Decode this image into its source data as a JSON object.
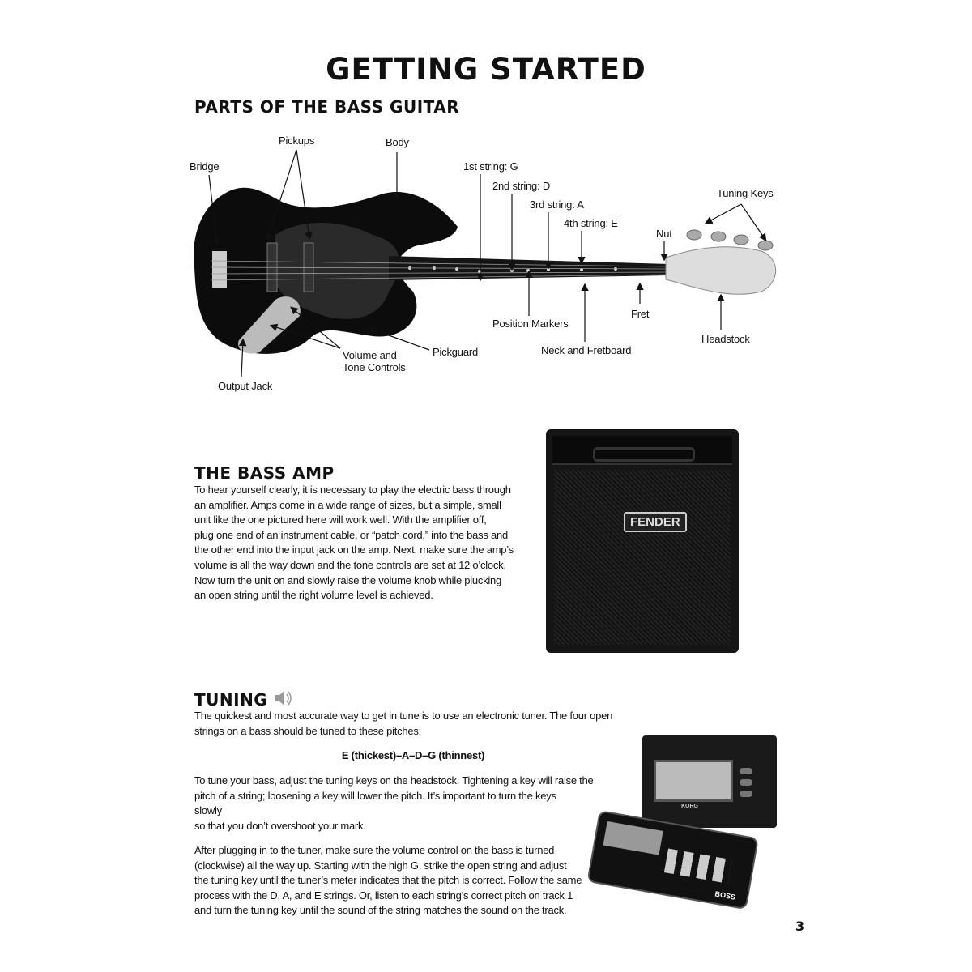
{
  "title": "GETTING STARTED",
  "parts": {
    "heading": "PARTS OF THE BASS GUITAR",
    "labels": {
      "pickups": "Pickups",
      "body": "Body",
      "bridge": "Bridge",
      "string1": "1st string: G",
      "string2": "2nd string: D",
      "string3": "3rd string: A",
      "string4": "4th string: E",
      "tuning_keys": "Tuning Keys",
      "nut": "Nut",
      "fret": "Fret",
      "position_markers": "Position Markers",
      "headstock": "Headstock",
      "neck": "Neck and Fretboard",
      "pickguard": "Pickguard",
      "controls_1": "Volume and",
      "controls_2": "Tone Controls",
      "output_jack": "Output Jack"
    }
  },
  "amp": {
    "heading": "THE BASS AMP",
    "lines": [
      "To hear yourself clearly, it is necessary to play the electric bass through",
      "an amplifier. Amps come in a wide range of sizes, but a simple, small",
      "unit like the one pictured here will work well. With the amplifier off,",
      "plug one end of an instrument cable, or “patch cord,” into the bass and",
      "the other end into the input jack on the amp. Next, make sure the amp’s",
      "volume is all the way down and the tone controls are set at 12 o’clock.",
      "Now turn the unit on and slowly raise the volume knob while plucking",
      "an open string until the right volume level is achieved."
    ],
    "brand": "FENDER"
  },
  "tuning": {
    "heading": "TUNING",
    "intro": [
      "The quickest and most accurate way to get in tune is to use an electronic tuner. The four open",
      "strings on a bass should be tuned to these pitches:"
    ],
    "pitches": "E (thickest)–A–D–G (thinnest)",
    "p2": [
      "To tune your bass, adjust the tuning keys on the headstock. Tightening a key will raise the",
      "pitch of a string; loosening a key will lower the pitch. It’s important to turn the keys",
      "slowly",
      "so that you don’t overshoot your mark."
    ],
    "p3": [
      "After plugging in to the tuner, make sure the volume control on the bass is turned",
      "(clockwise) all the way up. Starting with the high G, strike the open string and adjust",
      "the tuning key until the tuner’s meter indicates that the pitch is correct. Follow the same",
      "process with the D, A, and E strings. Or, listen to each string’s correct pitch on track 1",
      "and turn the tuning key until the sound of the string matches the sound on the track."
    ],
    "tuner1_brand": "KORG",
    "tuner2_brand": "BOSS"
  },
  "page_number": "3"
}
